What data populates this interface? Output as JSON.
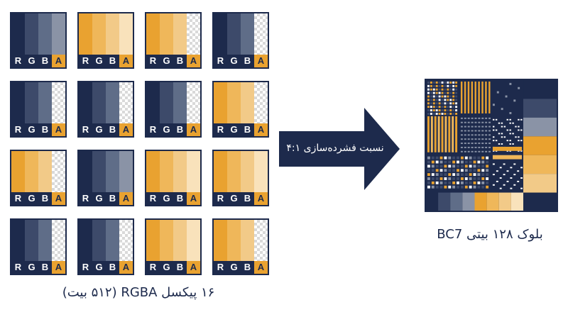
{
  "colors": {
    "navy": "#1d2a4c",
    "slate": "#3d4a6a",
    "steel": "#5f6d88",
    "gray": "#8a93a6",
    "orange": "#e9a230",
    "orange_light": "#efb75a",
    "orange_lighter": "#f2ca88",
    "cream": "#f9e2bb",
    "white": "#ffffff"
  },
  "pixel_grid": {
    "channel_labels": [
      "R",
      "G",
      "B",
      "A"
    ],
    "cells": [
      {
        "theme": "navy",
        "alpha": "solid"
      },
      {
        "theme": "orange",
        "alpha": "solid"
      },
      {
        "theme": "orange",
        "alpha": "checker"
      },
      {
        "theme": "navy",
        "alpha": "checker"
      },
      {
        "theme": "navy",
        "alpha": "checker"
      },
      {
        "theme": "navy",
        "alpha": "checker"
      },
      {
        "theme": "navy",
        "alpha": "checker"
      },
      {
        "theme": "orange",
        "alpha": "checker"
      },
      {
        "theme": "orange",
        "alpha": "checker"
      },
      {
        "theme": "navy",
        "alpha": "solid"
      },
      {
        "theme": "orange",
        "alpha": "solid"
      },
      {
        "theme": "orange",
        "alpha": "solid"
      },
      {
        "theme": "navy",
        "alpha": "checker"
      },
      {
        "theme": "navy",
        "alpha": "checker"
      },
      {
        "theme": "orange",
        "alpha": "solid"
      },
      {
        "theme": "orange",
        "alpha": "checker"
      }
    ]
  },
  "left_caption": "۱۶ پیکسل RGBA (۵۱۲ بیت)",
  "arrow_label": "نسبت فشرده‌سازی ۴:۱",
  "right_caption": "بلوک ۱۲۸ بیتی BC7"
}
